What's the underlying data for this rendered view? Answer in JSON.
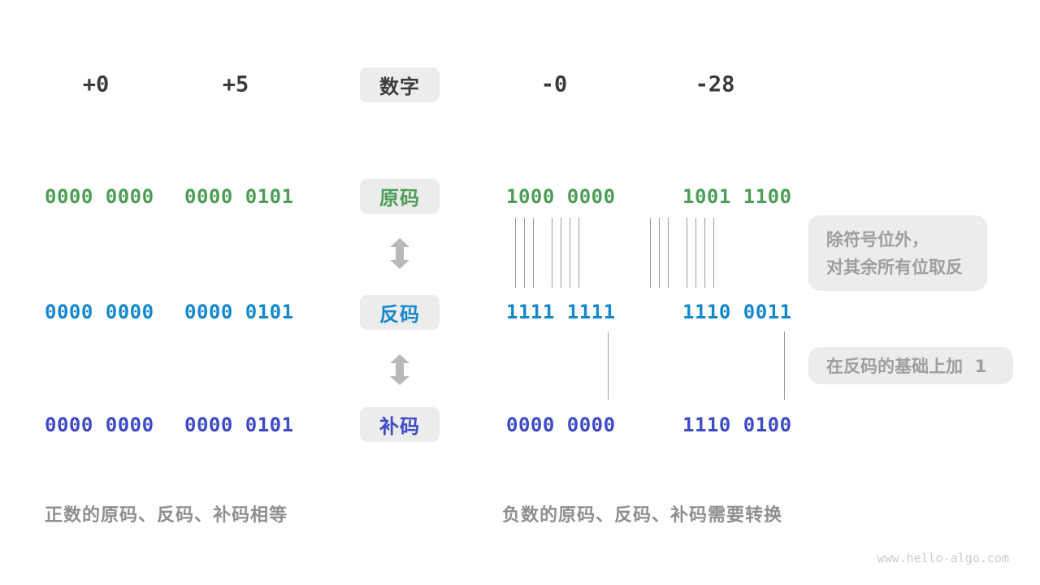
{
  "header": {
    "label": "数字",
    "values": [
      "+0",
      "+5",
      "-0",
      "-28"
    ]
  },
  "rows": [
    {
      "label": "原码",
      "color": "#4c9e56",
      "values": [
        "0000 0000",
        "0000 0101",
        "1000 0000",
        "1001 1100"
      ]
    },
    {
      "label": "反码",
      "color": "#1488cc",
      "values": [
        "0000 0000",
        "0000 0101",
        "1111 1111",
        "1110 0011"
      ]
    },
    {
      "label": "补码",
      "color": "#3d4bc4",
      "values": [
        "0000 0000",
        "0000 0101",
        "0000 0000",
        "1110 0100"
      ]
    }
  ],
  "annotations": {
    "invert_note": {
      "line1": "除符号位外，",
      "line2": "对其余所有位取反"
    },
    "add_one_note": "在反码的基础上加  1"
  },
  "captions": {
    "positive": "正数的原码、反码、补码相等",
    "negative": "负数的原码、反码、补码需要转换"
  },
  "watermark": "www.hello-algo.com",
  "colors": {
    "sign_magnitude_green": "#4c9e56",
    "ones_complement_blue": "#1488cc",
    "twos_complement_indigo": "#3d4bc4",
    "number_text": "#3b3b3b",
    "chip_background": "#ececec",
    "note_text": "#9e9e9e",
    "caption_text": "#8f8f8f",
    "connector_line": "#9c9c9c",
    "arrow": "#b9b9b9",
    "watermark_text": "#cccccc"
  }
}
